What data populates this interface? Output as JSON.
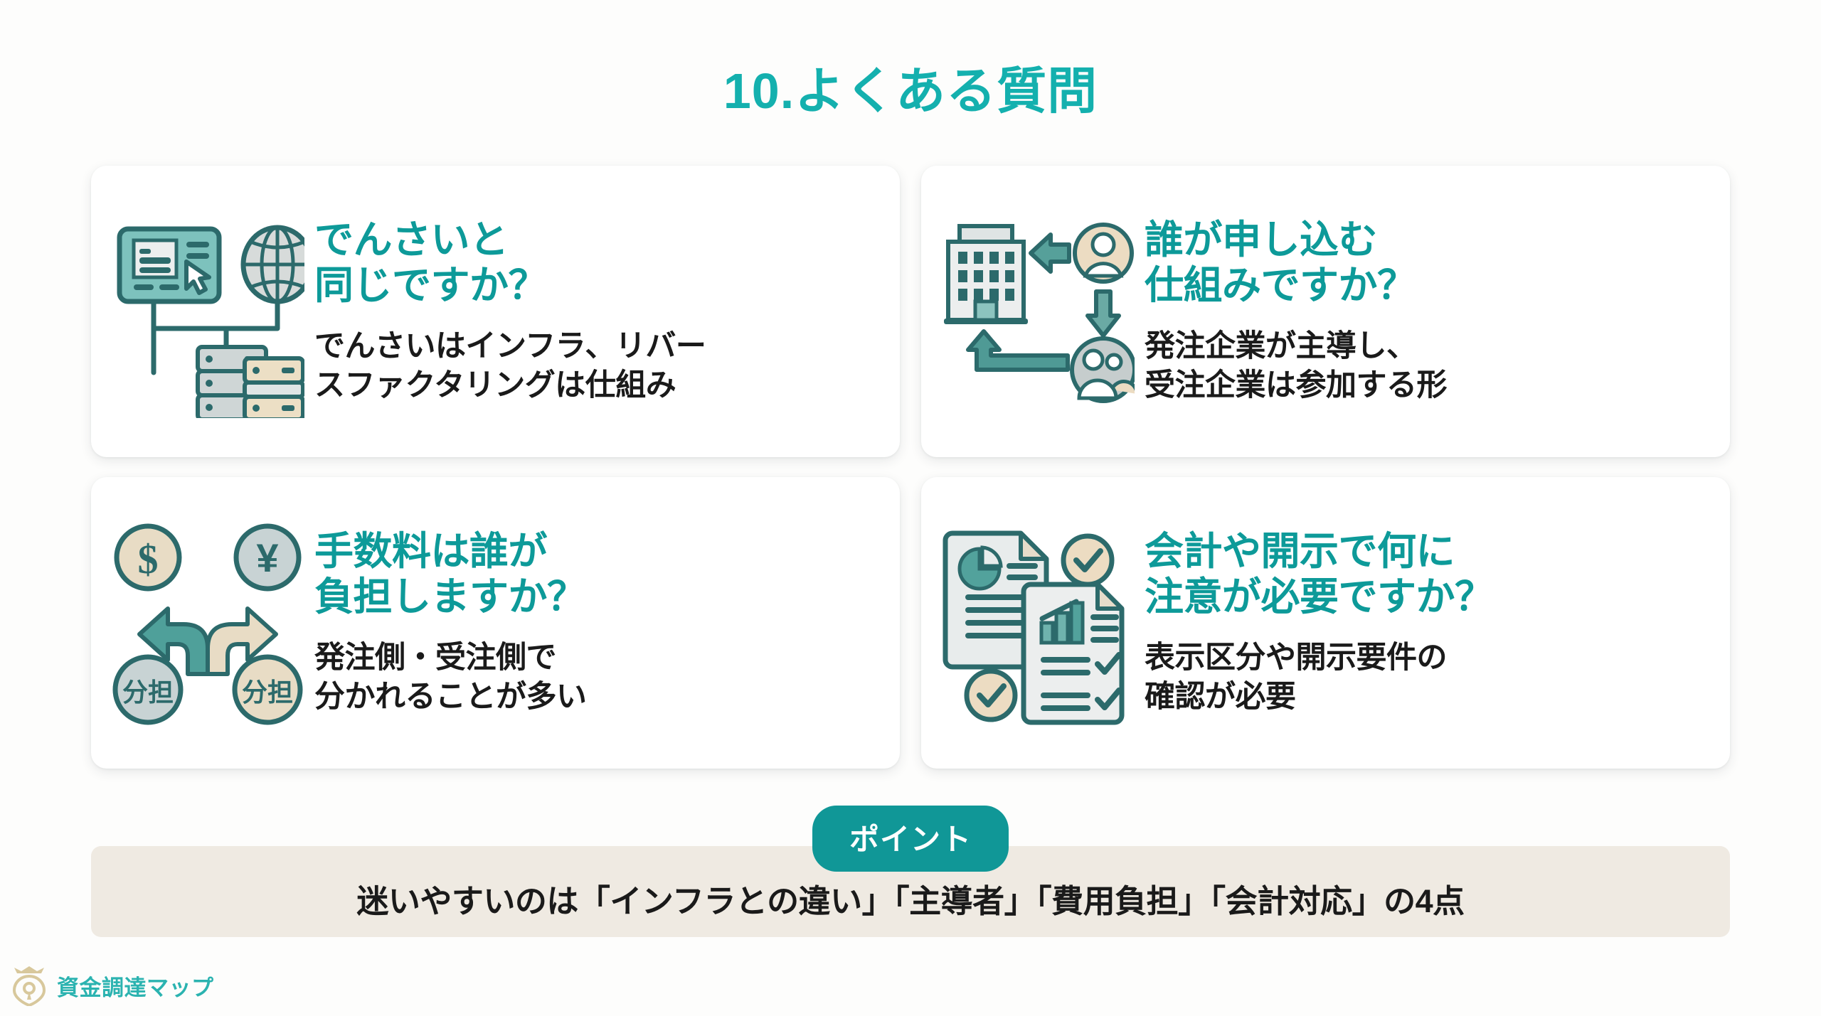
{
  "title": "10.よくある質問",
  "theme": {
    "background": "#fdfdfc",
    "title_color": "#14b0ae",
    "question_color": "#0d9a99",
    "answer_color": "#1a1a1a",
    "card_background": "#ffffff",
    "badge_color": "#109797",
    "point_bar_color": "#efeae2",
    "icon_teal": "#2c6a6b",
    "icon_teal_light": "#72bcb6",
    "icon_beige": "#e8dcc6",
    "icon_grey": "#c9d2d3",
    "logo_gold": "#d6c79a",
    "logo_text": "#2bb3b0"
  },
  "cards": [
    {
      "icon": "network-server-globe-icon",
      "question": "でんさいと\n同じですか？",
      "answer": "でんさいはインフラ、リバー\nスファクタリングは仕組み"
    },
    {
      "icon": "company-people-flow-icon",
      "question": "誰が申し込む\n仕組みですか？",
      "answer": "発注企業が主導し、\n受注企業は参加する形"
    },
    {
      "icon": "fee-split-coins-icon",
      "question": "手数料は誰が\n負担しますか？",
      "answer": "発注側・受注側で\n分かれることが多い",
      "icon_labels": {
        "coin_usd": "$",
        "coin_jpy": "¥",
        "coin_left": "分担",
        "coin_right": "分担"
      }
    },
    {
      "icon": "accounting-documents-check-icon",
      "question": "会計や開示で何に\n注意が必要ですか？",
      "answer": "表示区分や開示要件の\n確認が必要"
    }
  ],
  "point": {
    "badge": "ポイント",
    "text": "迷いやすいのは「インフラとの違い」「主導者」「費用負担」「会計対応」の4点"
  },
  "footer": {
    "brand": "資金調達マップ",
    "logo_icon": "crown-pin-logo-icon"
  }
}
